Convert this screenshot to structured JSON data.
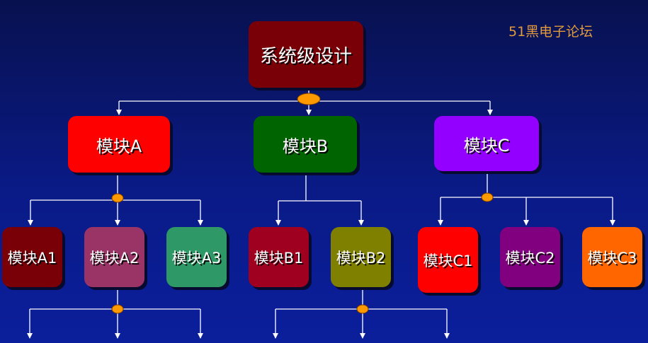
{
  "watermark": "51黑电子论坛",
  "nodes": {
    "root": {
      "label": "系统级设计",
      "color": "#7a0008"
    },
    "a": {
      "label": "模块A",
      "color": "#ff0000"
    },
    "b": {
      "label": "模块B",
      "color": "#006400"
    },
    "c": {
      "label": "模块C",
      "color": "#9400ff"
    },
    "a1": {
      "label": "模块A1",
      "color": "#7a0008"
    },
    "a2": {
      "label": "模块A2",
      "color": "#9a3366"
    },
    "a3": {
      "label": "模块A3",
      "color": "#2e9966"
    },
    "b1": {
      "label": "模块B1",
      "color": "#a00020"
    },
    "b2": {
      "label": "模块B2",
      "color": "#808000"
    },
    "c1": {
      "label": "模块C1",
      "color": "#ff0000"
    },
    "c2": {
      "label": "模块C2",
      "color": "#800080"
    },
    "c3": {
      "label": "模块C3",
      "color": "#ff6600"
    }
  },
  "connector_color": "#ffffff",
  "junction_color": "#ff9900"
}
